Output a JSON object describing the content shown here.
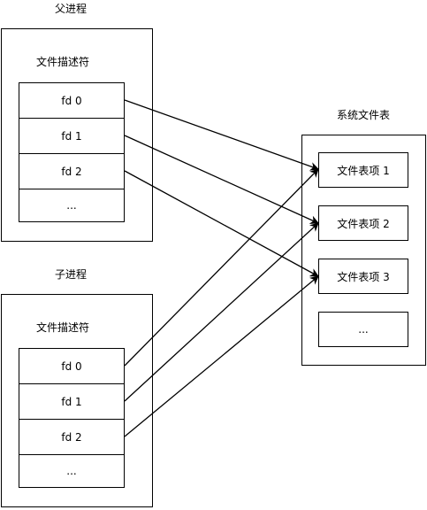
{
  "parent": {
    "title": "父进程",
    "fd_label": "文件描述符",
    "fds": [
      "fd 0",
      "fd 1",
      "fd 2",
      "..."
    ]
  },
  "child": {
    "title": "子进程",
    "fd_label": "文件描述符",
    "fds": [
      "fd 0",
      "fd 1",
      "fd 2",
      "..."
    ]
  },
  "system": {
    "title": "系统文件表",
    "entries": [
      "文件表项 1",
      "文件表项 2",
      "文件表项 3",
      "..."
    ]
  }
}
